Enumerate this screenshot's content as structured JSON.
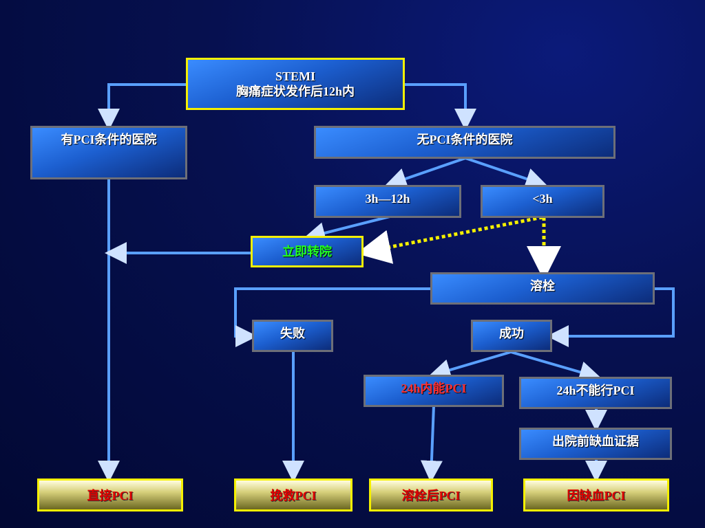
{
  "stemi": {
    "line1": "STEMI",
    "line2": "胸痛症状发作后12h内"
  },
  "has_pci": "有PCI条件的医院",
  "no_pci": "无PCI条件的医院",
  "t_3_12": "3h—12h",
  "t_lt3": "<3h",
  "transfer": "立即转院",
  "thrombolysis": "溶栓",
  "fail": "失败",
  "success": "成功",
  "pci_in_24h": "24h内能PCI",
  "pci_not_24h": "24h不能行PCI",
  "ischemia_evidence": "出院前缺血证据",
  "final": {
    "direct": "直接PCI",
    "rescue": "挽救PCI",
    "post_lysis": "溶栓后PCI",
    "ischemia": "因缺血PCI"
  },
  "colors": {
    "box_blue": "#1c5fd0",
    "connector": "#5aa0ff",
    "highlight_border": "#f5f000",
    "green_text": "#22ff22",
    "red_text": "#ff3030"
  }
}
